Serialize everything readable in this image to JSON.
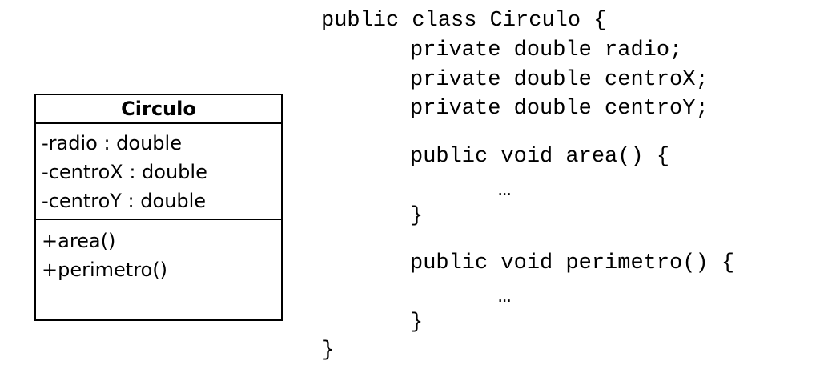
{
  "uml": {
    "class_name": "Circulo",
    "attributes": [
      "-radio : double",
      "-centroX : double",
      "-centroY : double"
    ],
    "operations": [
      "+area()",
      "+perimetro()"
    ]
  },
  "code": {
    "class_decl": "public class Circulo {",
    "field_radio": "private double radio;",
    "field_centrox": "private double centroX;",
    "field_centroy": "private double centroY;",
    "method_area": "public void area() {",
    "area_body": "…",
    "area_close": "}",
    "method_perimetro": "public void perimetro() {",
    "perimetro_body": "…",
    "perimetro_close": "}",
    "class_close": "}"
  }
}
